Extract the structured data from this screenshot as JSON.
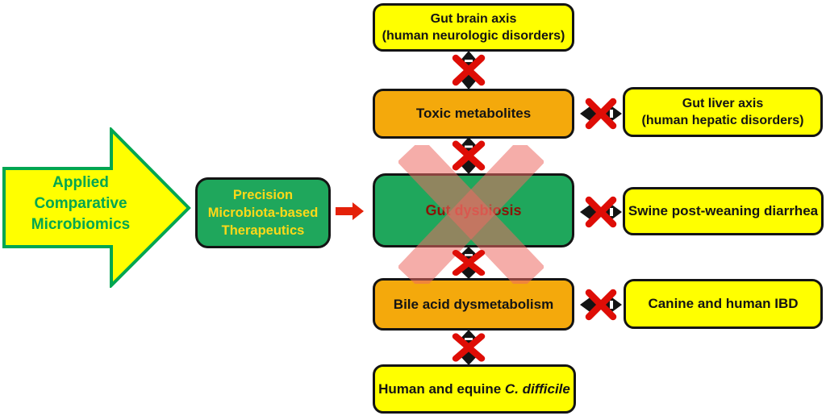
{
  "palette": {
    "yellow": "#ffff00",
    "orange": "#f4a90c",
    "green": "#1fa75c",
    "green_line": "#00a651",
    "ink": "#141414",
    "red_x": "#de0d06",
    "red_arrow": "#e42109",
    "dark_red_text": "#8b1508",
    "gold_text": "#ffd918",
    "pink_x": "rgba(236,106,98,0.55)"
  },
  "icons": {
    "left_block_arrow_icon": "large yellow right-pointing block arrow with green outline",
    "flow_arrow_icon": "small solid red right-pointing block arrow",
    "blocked_vertical_link_icon": "black vertical double-headed arrow crossed by red X",
    "blocked_horizontal_link_icon": "black horizontal double-headed arrow crossed by red X",
    "big_cross_icon": "large translucent pink X over Gut dysbiosis box"
  },
  "left_arrow": {
    "lines": [
      "Applied",
      "Comparative",
      "Microbiomics"
    ]
  },
  "therapeutics_box": {
    "lines": [
      "Precision",
      "Microbiota-based",
      "Therapeutics"
    ]
  },
  "nodes": {
    "gut_brain": {
      "lines": [
        "Gut brain axis",
        "(human neurologic disorders)"
      ]
    },
    "toxic_metabolites": {
      "label": "Toxic metabolites"
    },
    "gut_dysbiosis": {
      "label": "Gut dysbiosis"
    },
    "bile_acid": {
      "label": "Bile acid dysmetabolism"
    },
    "c_difficile": {
      "label_normal": "Human and equine ",
      "label_italic": "C. difficile"
    },
    "gut_liver": {
      "lines": [
        "Gut liver axis",
        "(human hepatic disorders)"
      ]
    },
    "swine": {
      "label": "Swine post-weaning diarrhea"
    },
    "canine": {
      "label": "Canine and human IBD"
    }
  }
}
